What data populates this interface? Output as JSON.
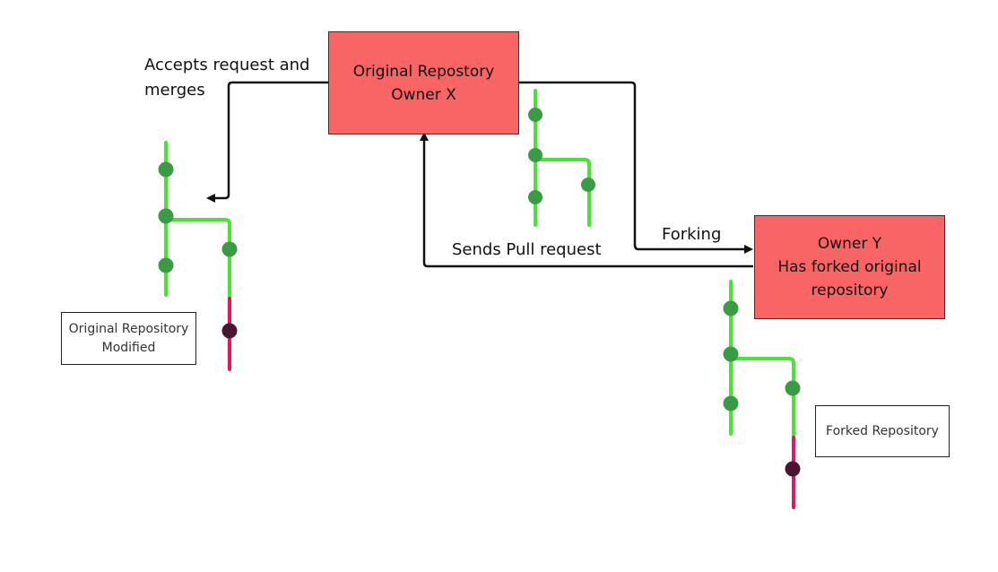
{
  "nodes": {
    "original_repo": {
      "line1": "Original Repostory",
      "line2": "Owner X"
    },
    "owner_y": {
      "line1": "Owner Y",
      "line2": "Has forked original",
      "line3": "repository"
    },
    "modified_label": {
      "line1": "Original Repository",
      "line2": "Modified"
    },
    "forked_label": {
      "line1": "Forked Repository"
    }
  },
  "edges": {
    "merge": {
      "line1": "Accepts request and",
      "line2": "merges"
    },
    "pull_request": {
      "label": "Sends Pull request"
    },
    "forking": {
      "label": "Forking"
    }
  },
  "colors": {
    "box_fill": "#f96565",
    "branch_line": "#44e630",
    "commit_dot": "#3a9b45",
    "new_branch": "#e0195f",
    "new_commit": "#4a1530",
    "arrow": "#111111"
  }
}
